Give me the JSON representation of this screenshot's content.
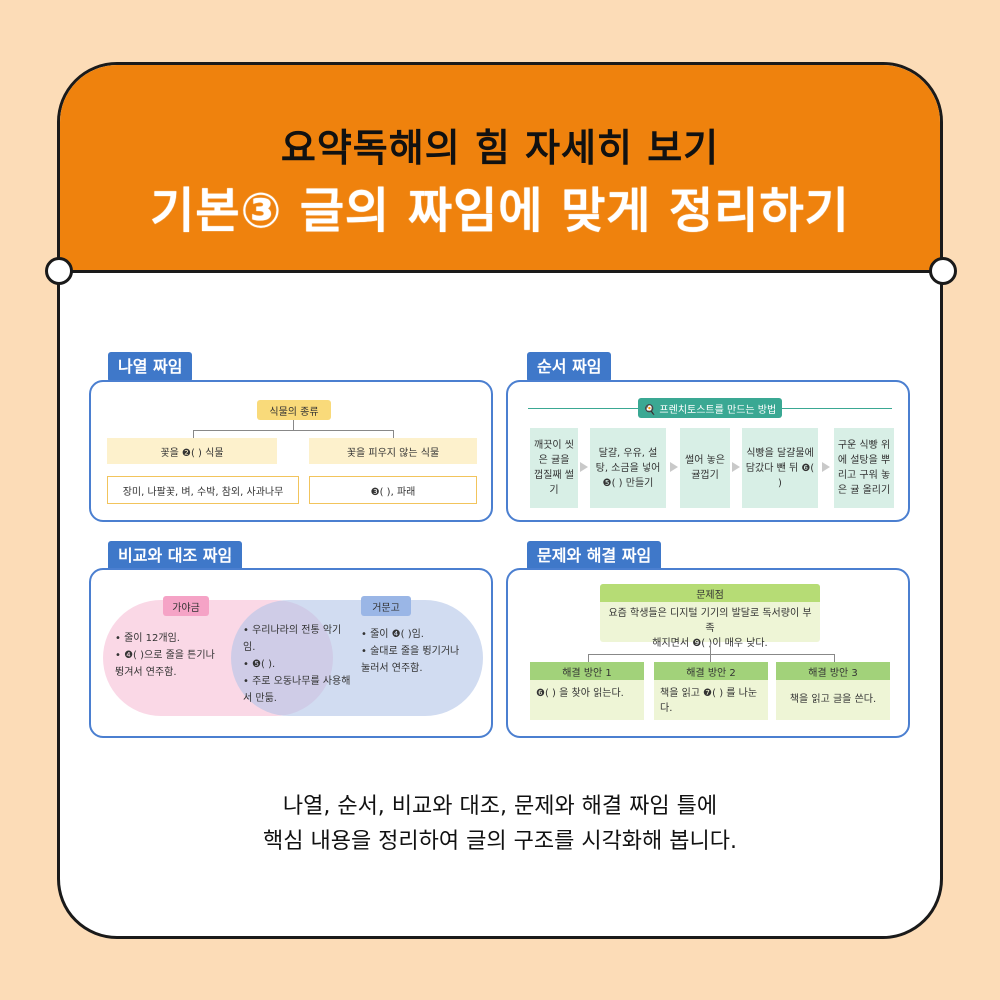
{
  "header": {
    "title_line1": "요약독해의 힘 자세히 보기",
    "title_line2": "기본③ 글의 짜임에 맞게 정리하기"
  },
  "panels": {
    "list": {
      "tag": "나열 짜임",
      "root": "식물의 종류",
      "left_head": "꽃을 ❷(                  ) 식물",
      "right_head": "꽃을 피우지 않는 식물",
      "left_body": "장미, 나팔꽃, 벼, 수박, 참외, 사과나무",
      "right_body": "❸(                                ), 파래"
    },
    "order": {
      "tag": "순서 짜임",
      "title": "🍳 프렌치토스트를 만드는 방법",
      "steps": [
        "깨끗이 씻은 귤을 껍질째 썰기",
        "달걀, 우유, 설탕, 소금을 넣어 ❺(              ) 만들기",
        "썰어 놓은 귤껍기",
        "식빵을 달걀물에 담갔다 뺀 뒤 ❻(               )",
        "구운 식빵 위에 설탕을 뿌리고 구워 놓은 귤 올리기"
      ]
    },
    "compare": {
      "tag": "비교와 대조 짜임",
      "left_label": "가야금",
      "right_label": "거문고",
      "left_items": [
        "• 줄이 12개임.",
        "• ❹(                 )으로 줄을 튼기나 뜅겨서 연주함."
      ],
      "middle_items": [
        "• 우리나라의 전통 악기임.",
        "• ❺(                   ).",
        "• 주로 오동나무를 사용해서 만듦."
      ],
      "right_items": [
        "• 줄이 ❹(                  )임.",
        "• 술대로 줄을 뜅기거나 눌러서 연주함."
      ]
    },
    "problem": {
      "tag": "문제와 해결 짜임",
      "problem_label": "문제점",
      "problem_text_1": "요즘 학생들은 디지털 기기의 발달로 독서량이 부족",
      "problem_text_2": "해지면서 ❾(                    )이 매우 낮다.",
      "solutions": [
        {
          "label": "해결 방안 1",
          "text": "❻(                             ) 을 찾아 읽는다."
        },
        {
          "label": "해결 방안 2",
          "text": "책을 읽고 ❼(               ) 를 나눈다."
        },
        {
          "label": "해결 방안 3",
          "text": "책을 읽고 글을 쓴다."
        }
      ]
    }
  },
  "caption": {
    "line1": "나열, 순서, 비교와 대조, 문제와 해결 짜임 틀에",
    "line2": "핵심 내용을 정리하여 글의 구조를 시각화해 봅니다."
  },
  "colors": {
    "background": "#fcdcb7",
    "header": "#ef820d",
    "tag": "#3f78c9",
    "panel_border": "#4b7fd0"
  }
}
